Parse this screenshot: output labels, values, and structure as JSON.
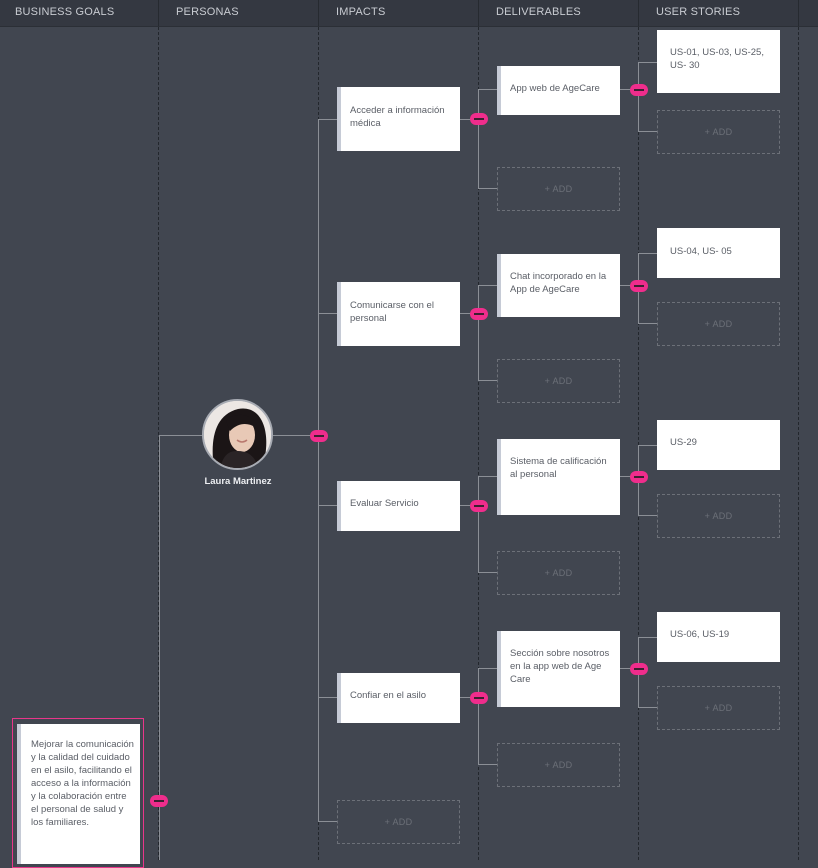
{
  "columns": [
    "BUSINESS GOALS",
    "PERSONAS",
    "IMPACTS",
    "DELIVERABLES",
    "USER STORIES"
  ],
  "goal": {
    "text": "Mejorar la comunicación y la calidad del cuidado en el asilo, facilitando el acceso a la información y la colaboración entre el personal de salud y los familiares."
  },
  "persona": {
    "name": "Laura Martinez"
  },
  "add_label": "+ ADD",
  "impacts": [
    {
      "label": "Acceder a información médica",
      "deliverable": "App web de AgeCare",
      "stories": "US-01, US-03, US-25, US- 30"
    },
    {
      "label": "Comunicarse con el personal",
      "deliverable": "Chat incorporado en la App de AgeCare",
      "stories": "US-04,  US- 05"
    },
    {
      "label": "Evaluar Servicio",
      "deliverable": "Sistema de calificación al personal",
      "stories": "US-29"
    },
    {
      "label": "Confiar en el asilo",
      "deliverable": "Sección sobre nosotros en la app web de Age Care",
      "stories": "US-06,  US-19"
    }
  ],
  "colors": {
    "background": "#414650",
    "header": "#343841",
    "accent": "#ef2d8c",
    "card": "#ffffff"
  }
}
